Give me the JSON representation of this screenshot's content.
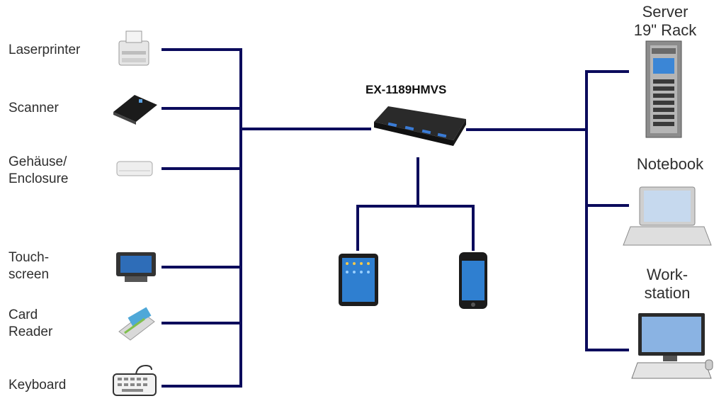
{
  "hub": {
    "model": "EX-1189HMVS"
  },
  "left_devices": [
    {
      "line1": "Laserprinter",
      "line2": "",
      "icon": "printer-icon"
    },
    {
      "line1": "Scanner",
      "line2": "",
      "icon": "scanner-icon"
    },
    {
      "line1": "Gehäuse/",
      "line2": "Enclosure",
      "icon": "enclosure-icon"
    },
    {
      "line1": "Touch-",
      "line2": "screen",
      "icon": "touchscreen-icon"
    },
    {
      "line1": "Card",
      "line2": "Reader",
      "icon": "card-reader-icon"
    },
    {
      "line1": "Keyboard",
      "line2": "",
      "icon": "keyboard-icon"
    }
  ],
  "right_devices": [
    {
      "line1": "Server",
      "line2": "19\" Rack",
      "icon": "server-rack-icon"
    },
    {
      "line1": "Notebook",
      "line2": "",
      "icon": "notebook-icon"
    },
    {
      "line1": "Work-",
      "line2": "station",
      "icon": "workstation-icon"
    }
  ],
  "bottom_devices": [
    {
      "icon": "tablet-icon"
    },
    {
      "icon": "smartphone-icon"
    }
  ],
  "colors": {
    "connector": "#0b0b5c",
    "background": "#ffffff"
  }
}
